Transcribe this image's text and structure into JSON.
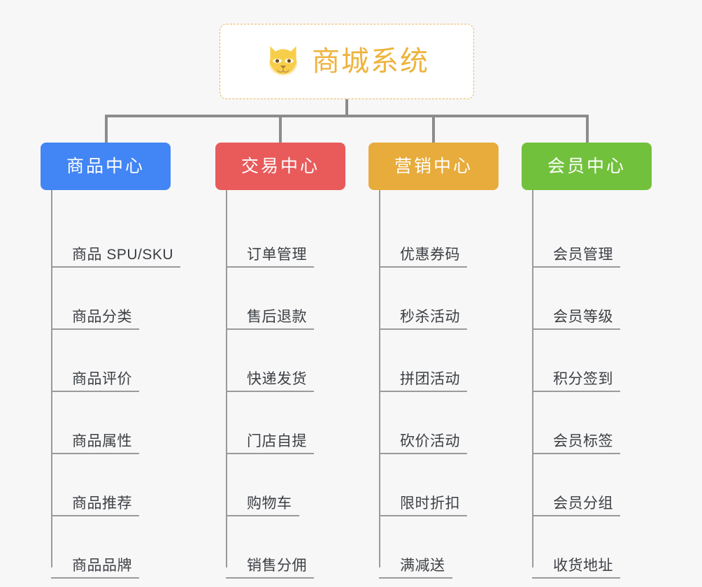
{
  "canvas": {
    "background": "#f7f7f7",
    "connector_color": "#8c8c8c",
    "leaf_line_color": "#9a9a9a",
    "leaf_text_color": "#3c3f44"
  },
  "root": {
    "title": "商城系统",
    "icon": "shiba-dog-face-emoji",
    "text_color": "#edb33c",
    "border_color": "#e9b65c",
    "background": "#ffffff"
  },
  "branches": [
    {
      "title": "商品中心",
      "color": "#4285f4",
      "items": [
        "商品 SPU/SKU",
        "商品分类",
        "商品评价",
        "商品属性",
        "商品推荐",
        "商品品牌"
      ]
    },
    {
      "title": "交易中心",
      "color": "#e95b5b",
      "items": [
        "订单管理",
        "售后退款",
        "快递发货",
        "门店自提",
        "购物车",
        "销售分佣"
      ]
    },
    {
      "title": "营销中心",
      "color": "#e8ac3c",
      "items": [
        "优惠券码",
        "秒杀活动",
        "拼团活动",
        "砍价活动",
        "限时折扣",
        "满减送"
      ]
    },
    {
      "title": "会员中心",
      "color": "#72c13d",
      "items": [
        "会员管理",
        "会员等级",
        "积分签到",
        "会员标签",
        "会员分组",
        "收货地址"
      ]
    }
  ]
}
